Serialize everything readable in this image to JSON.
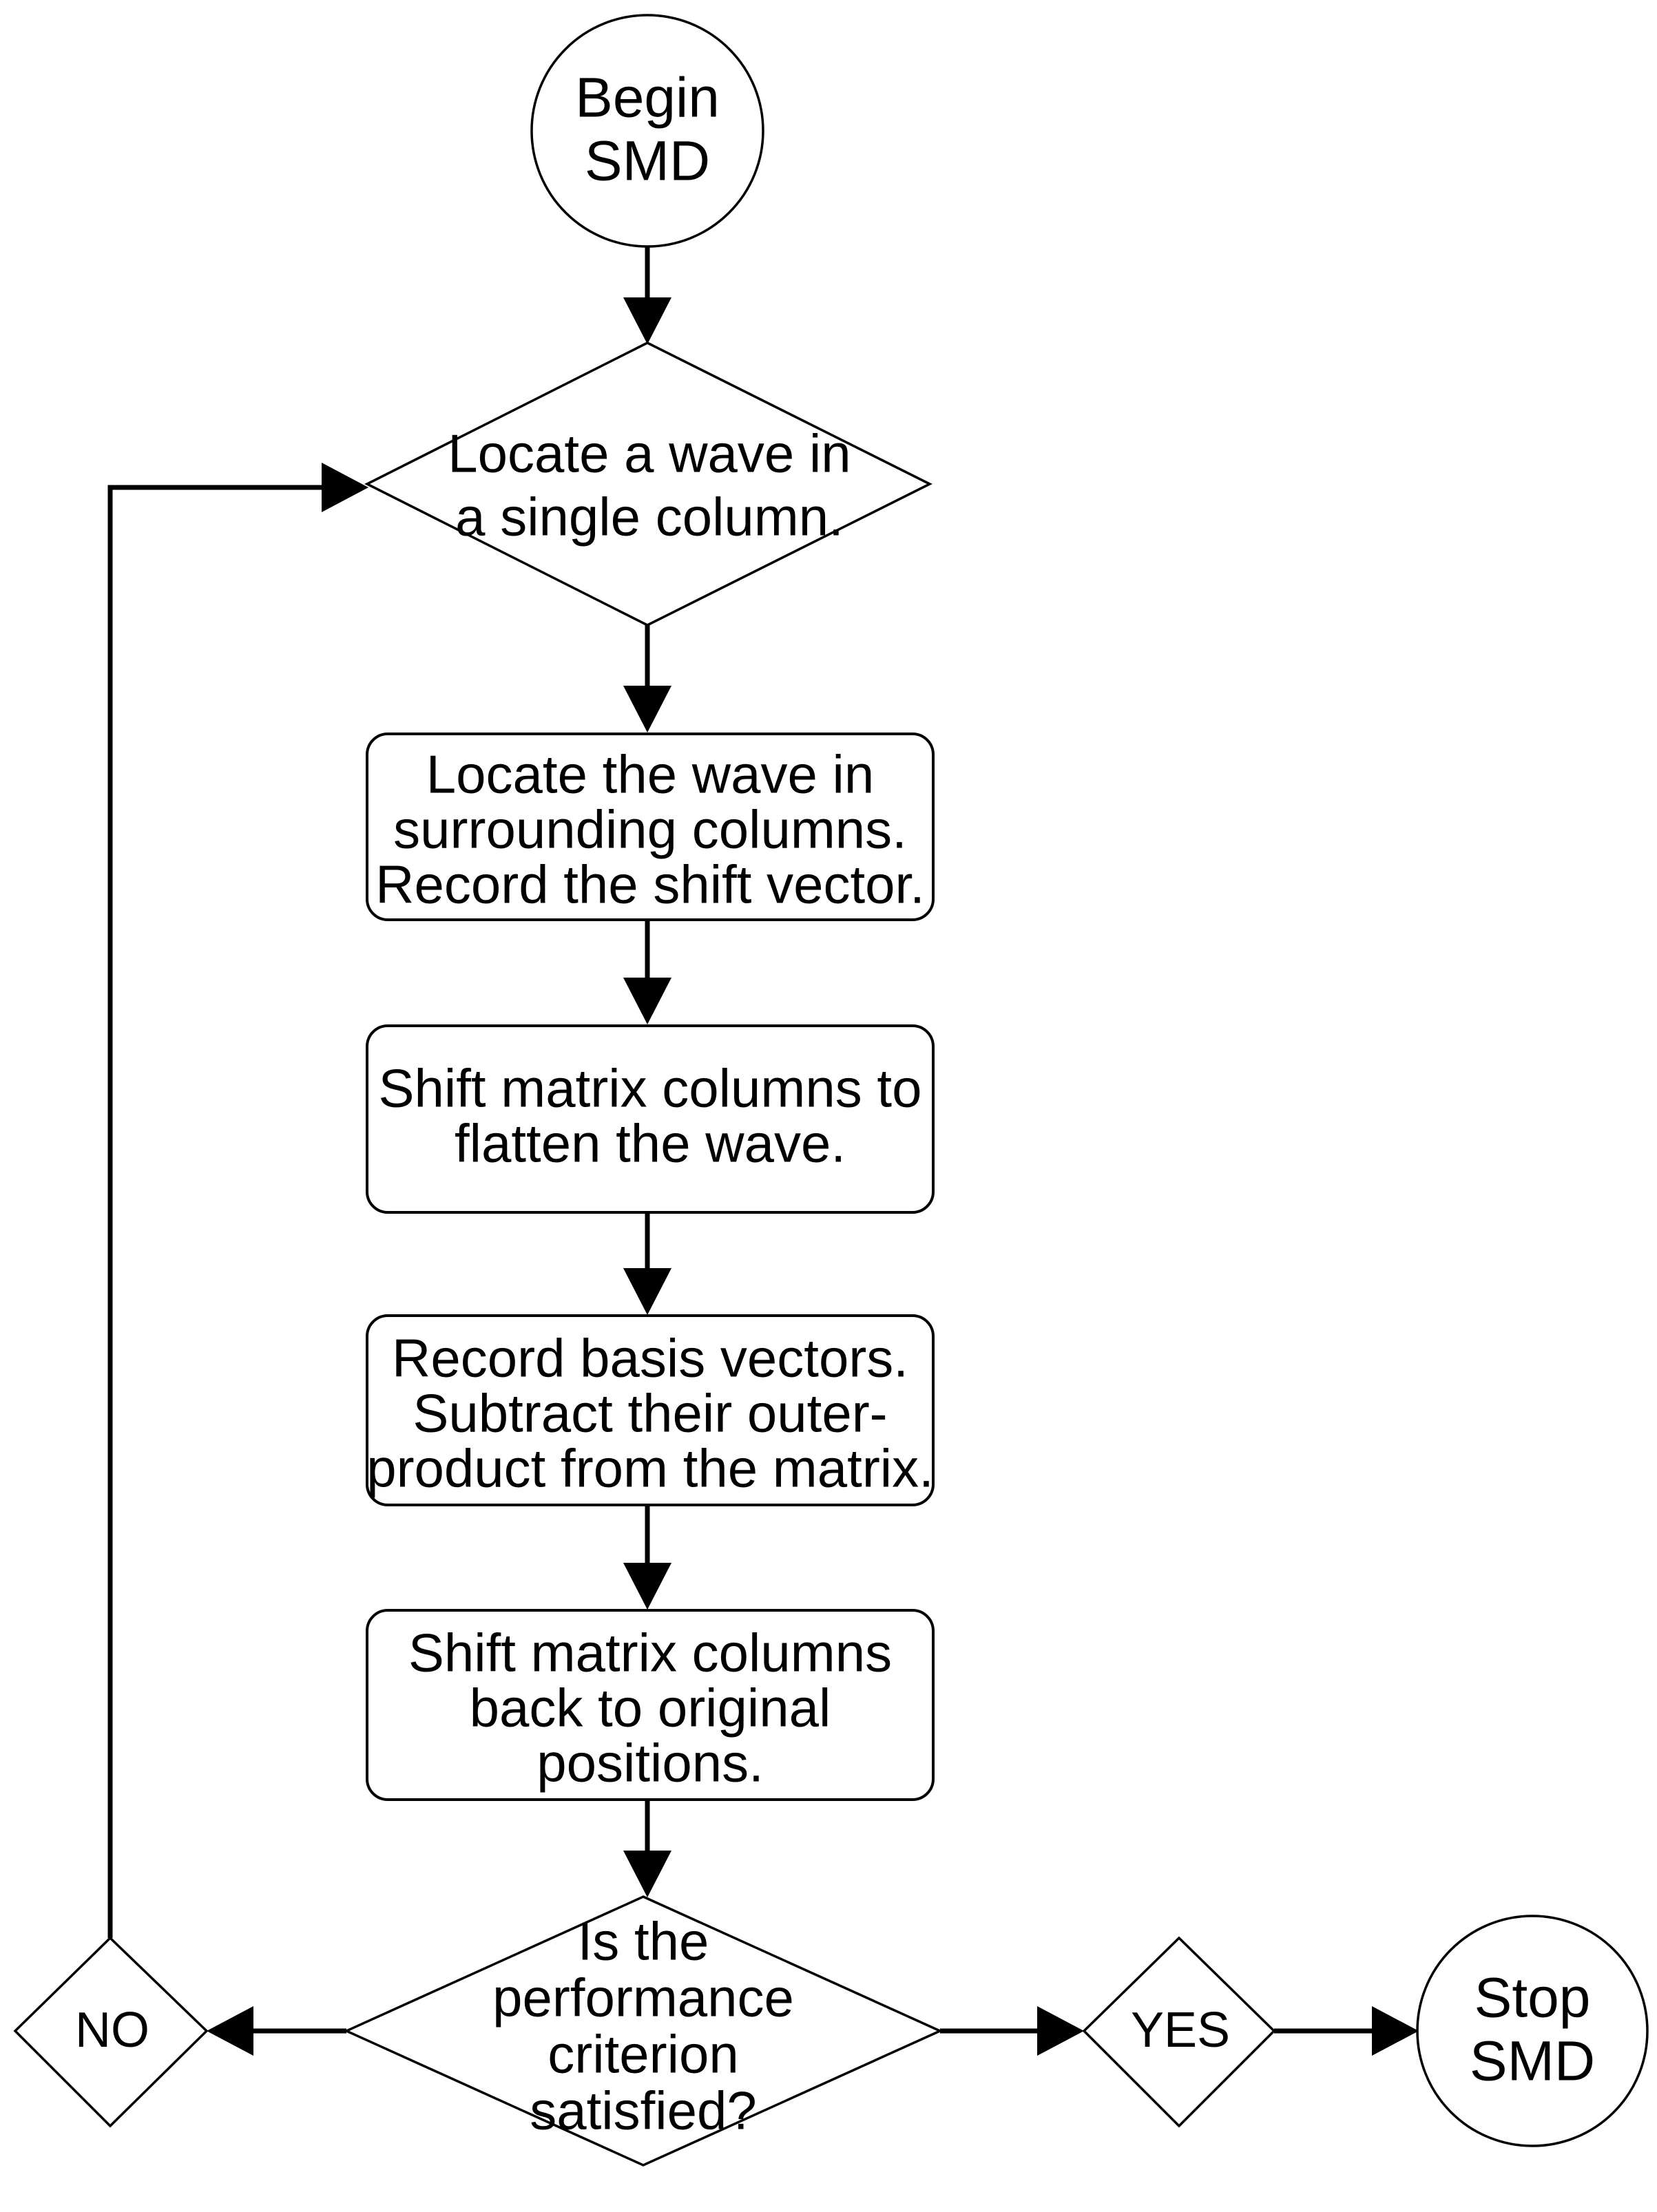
{
  "diagram": {
    "type": "flowchart",
    "title": "SMD algorithm flowchart",
    "background_color": "#ffffff",
    "stroke_color": "#000000",
    "text_color": "#000000"
  },
  "nodes": {
    "begin": {
      "shape": "circle",
      "line1": "Begin",
      "line2": "SMD"
    },
    "locate_single_column": {
      "shape": "diamond",
      "line1": "Locate a wave in",
      "line2": "a single column."
    },
    "locate_surrounding": {
      "shape": "rounded-rectangle",
      "line1": "Locate the wave in",
      "line2": "surrounding columns.",
      "line3": "Record the shift vector."
    },
    "shift_flatten": {
      "shape": "rounded-rectangle",
      "line1": "Shift matrix columns to",
      "line2": "flatten the wave."
    },
    "record_basis": {
      "shape": "rounded-rectangle",
      "line1": "Record basis vectors.",
      "line2": "Subtract their outer-",
      "line3": "product from the matrix."
    },
    "shift_back": {
      "shape": "rounded-rectangle",
      "line1": "Shift matrix columns",
      "line2": "back to original",
      "line3": "positions."
    },
    "criterion": {
      "shape": "diamond",
      "line1": "Is the",
      "line2": "performance",
      "line3": "criterion",
      "line4": "satisfied?"
    },
    "branch_no": {
      "shape": "diamond",
      "label": "NO"
    },
    "branch_yes": {
      "shape": "diamond",
      "label": "YES"
    },
    "stop": {
      "shape": "circle",
      "line1": "Stop",
      "line2": "SMD"
    }
  },
  "edges": [
    {
      "from": "begin",
      "to": "locate_single_column",
      "label": ""
    },
    {
      "from": "locate_single_column",
      "to": "locate_surrounding",
      "label": ""
    },
    {
      "from": "locate_surrounding",
      "to": "shift_flatten",
      "label": ""
    },
    {
      "from": "shift_flatten",
      "to": "record_basis",
      "label": ""
    },
    {
      "from": "record_basis",
      "to": "shift_back",
      "label": ""
    },
    {
      "from": "shift_back",
      "to": "criterion",
      "label": ""
    },
    {
      "from": "criterion",
      "to": "branch_no",
      "label": ""
    },
    {
      "from": "criterion",
      "to": "branch_yes",
      "label": ""
    },
    {
      "from": "branch_yes",
      "to": "stop",
      "label": ""
    },
    {
      "from": "branch_no",
      "to": "locate_single_column",
      "label": ""
    }
  ]
}
